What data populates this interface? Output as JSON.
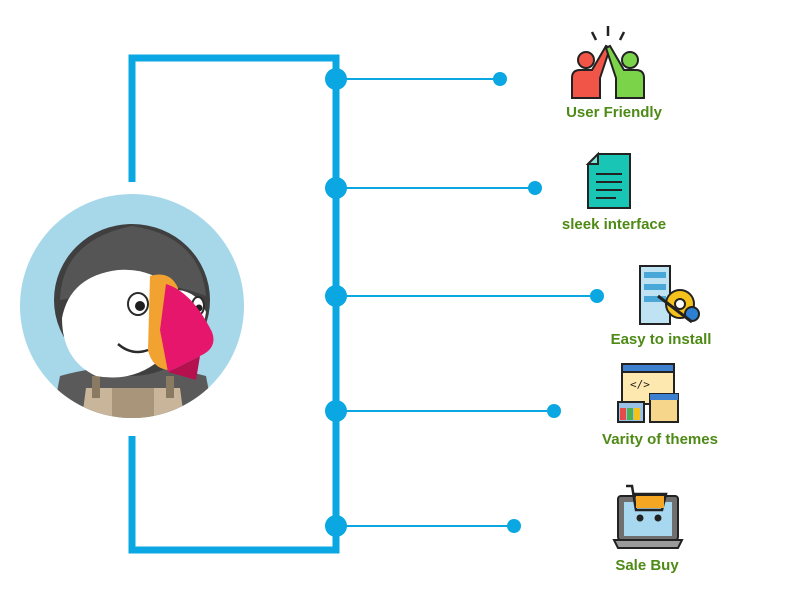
{
  "colors": {
    "connector": "#0aa7e2",
    "label": "#4e8a16",
    "avatar_bg": "#a6d8ea"
  },
  "mascot": {
    "icon": "puffin-mascot-icon"
  },
  "features": [
    {
      "label": "User Friendly",
      "icon": "high-five-icon"
    },
    {
      "label": "sleek interface",
      "icon": "document-icon"
    },
    {
      "label": "Easy to install",
      "icon": "install-gear-icon"
    },
    {
      "label": "Varity of themes",
      "icon": "themes-palette-icon"
    },
    {
      "label": "Sale Buy",
      "icon": "shopping-cart-laptop-icon"
    }
  ]
}
